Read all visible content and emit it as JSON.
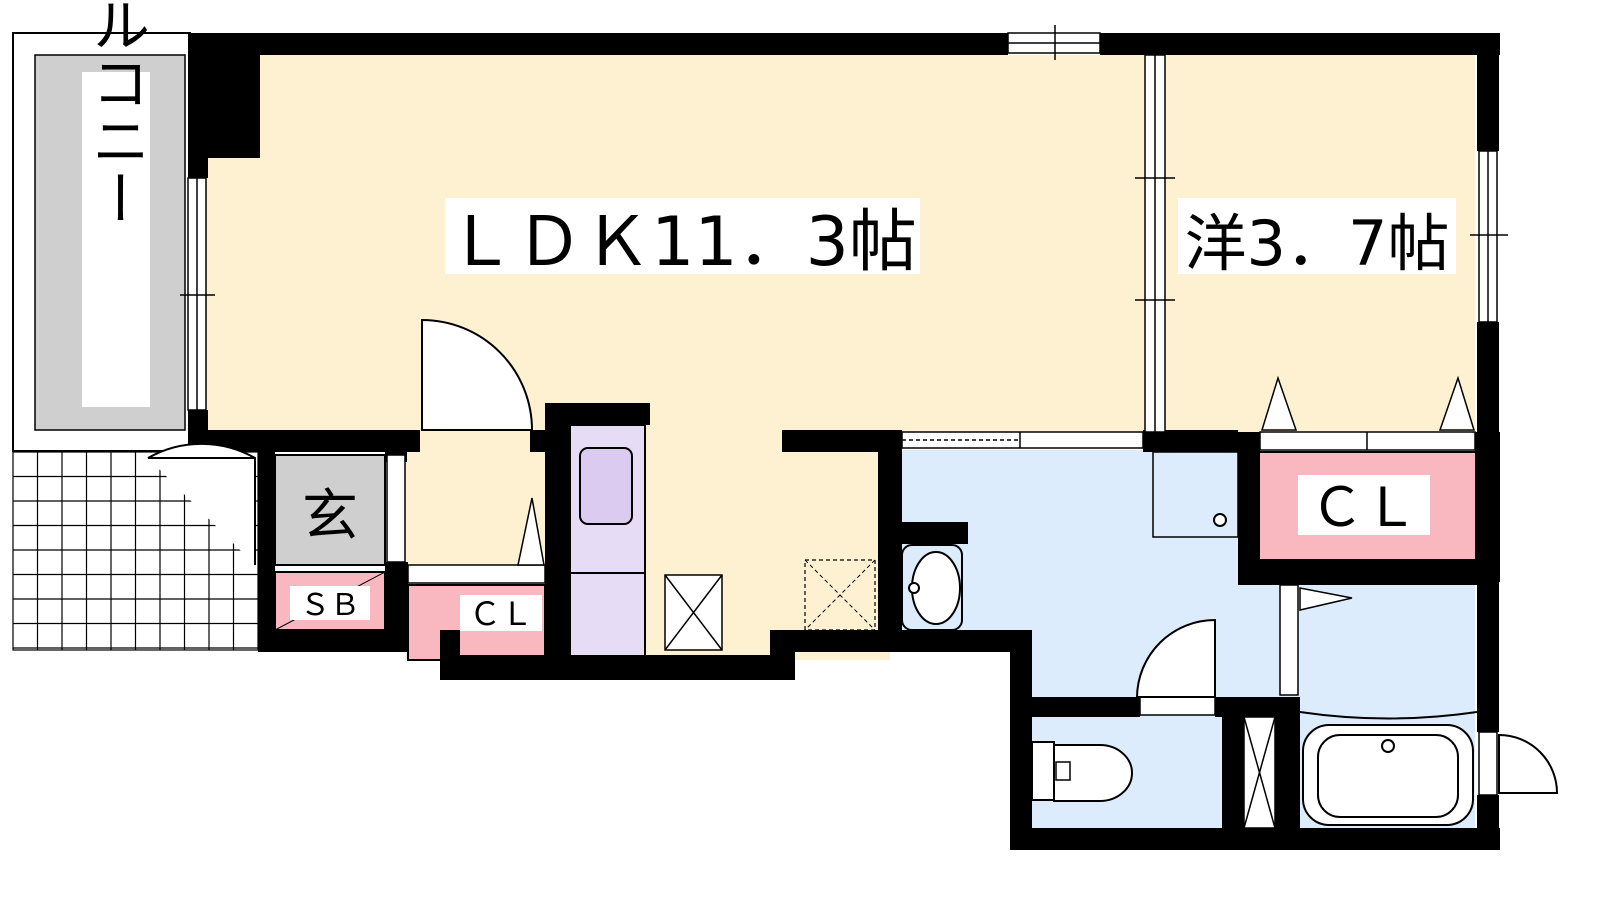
{
  "colors": {
    "wall": "#000000",
    "ldk_floor": "#fdf1d2",
    "water_floor": "#dcecfd",
    "closet": "#f9b8c0",
    "balcony": "#cfcfcf",
    "entrance": "#cfcfcf",
    "fridge": "#e6dcf5",
    "fridge_inner": "#dccbf0"
  },
  "rooms": {
    "balcony": "バルコニー",
    "ldk": "ＬＤＫ11．3帖",
    "western": "洋3．7帖",
    "entrance": "玄",
    "shoe_box": "ＳＢ",
    "closet_small": "ＣＬ",
    "closet_large": "ＣＬ"
  }
}
